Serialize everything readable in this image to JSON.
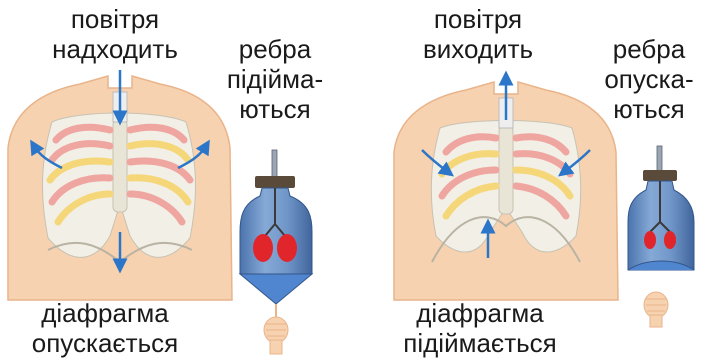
{
  "inhale": {
    "air_top": "повітря",
    "air_bottom": "надходить",
    "ribs_lines": [
      "ребра",
      "підійма-",
      "ються"
    ],
    "diaphragm_top": "діафрагма",
    "diaphragm_bottom": "опускається"
  },
  "exhale": {
    "air_top": "повітря",
    "air_bottom": "виходить",
    "ribs_lines": [
      "ребра",
      "опуска-",
      "ються"
    ],
    "diaphragm_top": "діафрагма",
    "diaphragm_bottom": "підіймається"
  },
  "colors": {
    "skin": "#f7d2b0",
    "skin_edge": "#e9b48a",
    "bone": "#f1efe6",
    "rib_pink": "#f0a6a0",
    "rib_yellow": "#f5d77a",
    "arrow_blue": "#2b76c8",
    "jar_blue": "#5f89c4",
    "balloon_red": "#e0262a",
    "cap": "#5a4a3a"
  }
}
